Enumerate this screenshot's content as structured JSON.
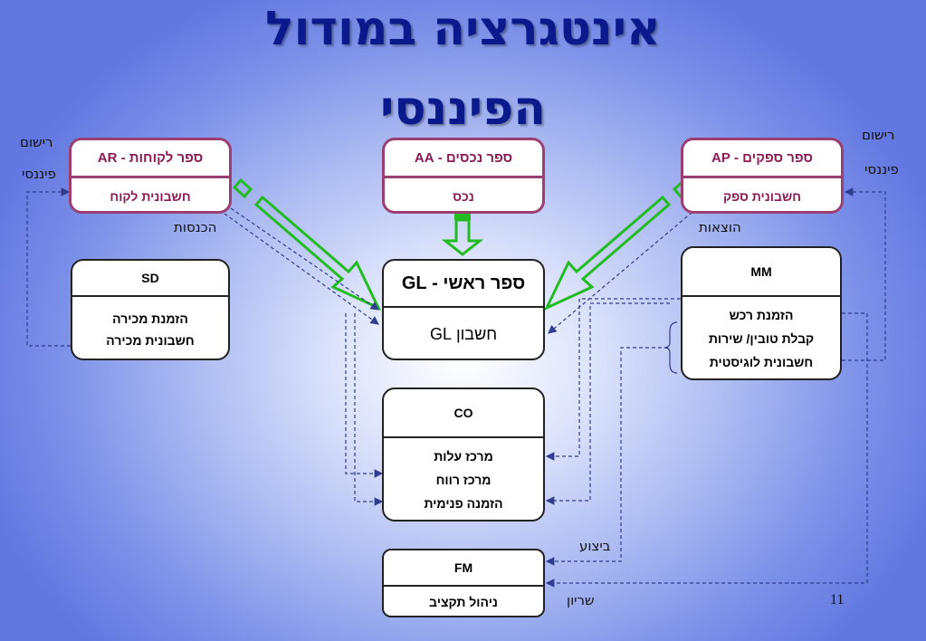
{
  "title": {
    "line1": "אינטגרציה במודול",
    "line2": "הפיננסי"
  },
  "boxes": {
    "ar": {
      "head": "ספר לקוחות - AR",
      "body": "חשבונית לקוח"
    },
    "aa": {
      "head": "ספר נכסים - AA",
      "body": "נכס"
    },
    "ap": {
      "head": "ספר ספקים - AP",
      "body": "חשבונית ספק"
    },
    "gl": {
      "head": "ספר ראשי - GL",
      "body": "חשבון GL"
    },
    "sd": {
      "head": "SD",
      "line1": "הזמנת מכירה",
      "line2": "חשבונית מכירה"
    },
    "mm": {
      "head": "MM",
      "line1": "הזמנת רכש",
      "line2": "קבלת טובין/ שירות",
      "line3": "חשבונית לוגיסטית"
    },
    "co": {
      "head": "CO",
      "line1": "מרכז עלות",
      "line2": "מרכז רווח",
      "line3": "הזמנה פנימית"
    },
    "fm": {
      "head": "FM",
      "body": "ניהול תקציב"
    }
  },
  "labels": {
    "left_fin_1": "רישום",
    "left_fin_2": "פיננסי",
    "right_fin_1": "רישום",
    "right_fin_2": "פיננסי",
    "income": "הכנסות",
    "expenses": "הוצאות",
    "execution": "ביצוע",
    "reserve": "שריון"
  },
  "page_number": "11",
  "colors": {
    "title": "#0a1a8c",
    "ledger_border": "#9b3f72",
    "ledger_text": "#8b1a55",
    "flow_arrow": "#22bb22",
    "dashed_line": "#2f3d8f"
  }
}
